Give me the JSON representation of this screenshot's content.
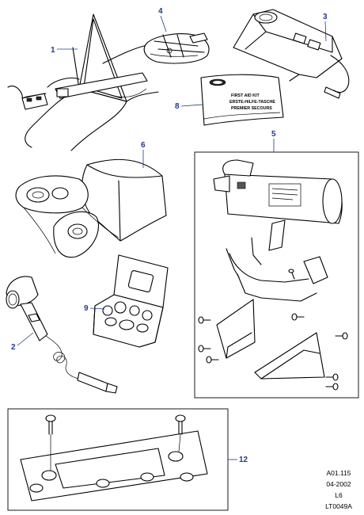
{
  "callouts": {
    "c1": "1",
    "c2": "2",
    "c3": "3",
    "c4": "4",
    "c5": "5",
    "c6": "6",
    "c8": "8",
    "c9": "9",
    "c12": "12"
  },
  "first_aid_kit": {
    "line1": "FIRST AID KIT",
    "line2": "ERSTE-HILFE-TASCHE",
    "line3": "PREMIER SECOURS"
  },
  "reference": {
    "code": "A01.115",
    "date": "04-2002",
    "variant": "L6",
    "drawing": "LT0049A"
  },
  "colors": {
    "callout": "#1f3a8a",
    "line": "#000000"
  }
}
